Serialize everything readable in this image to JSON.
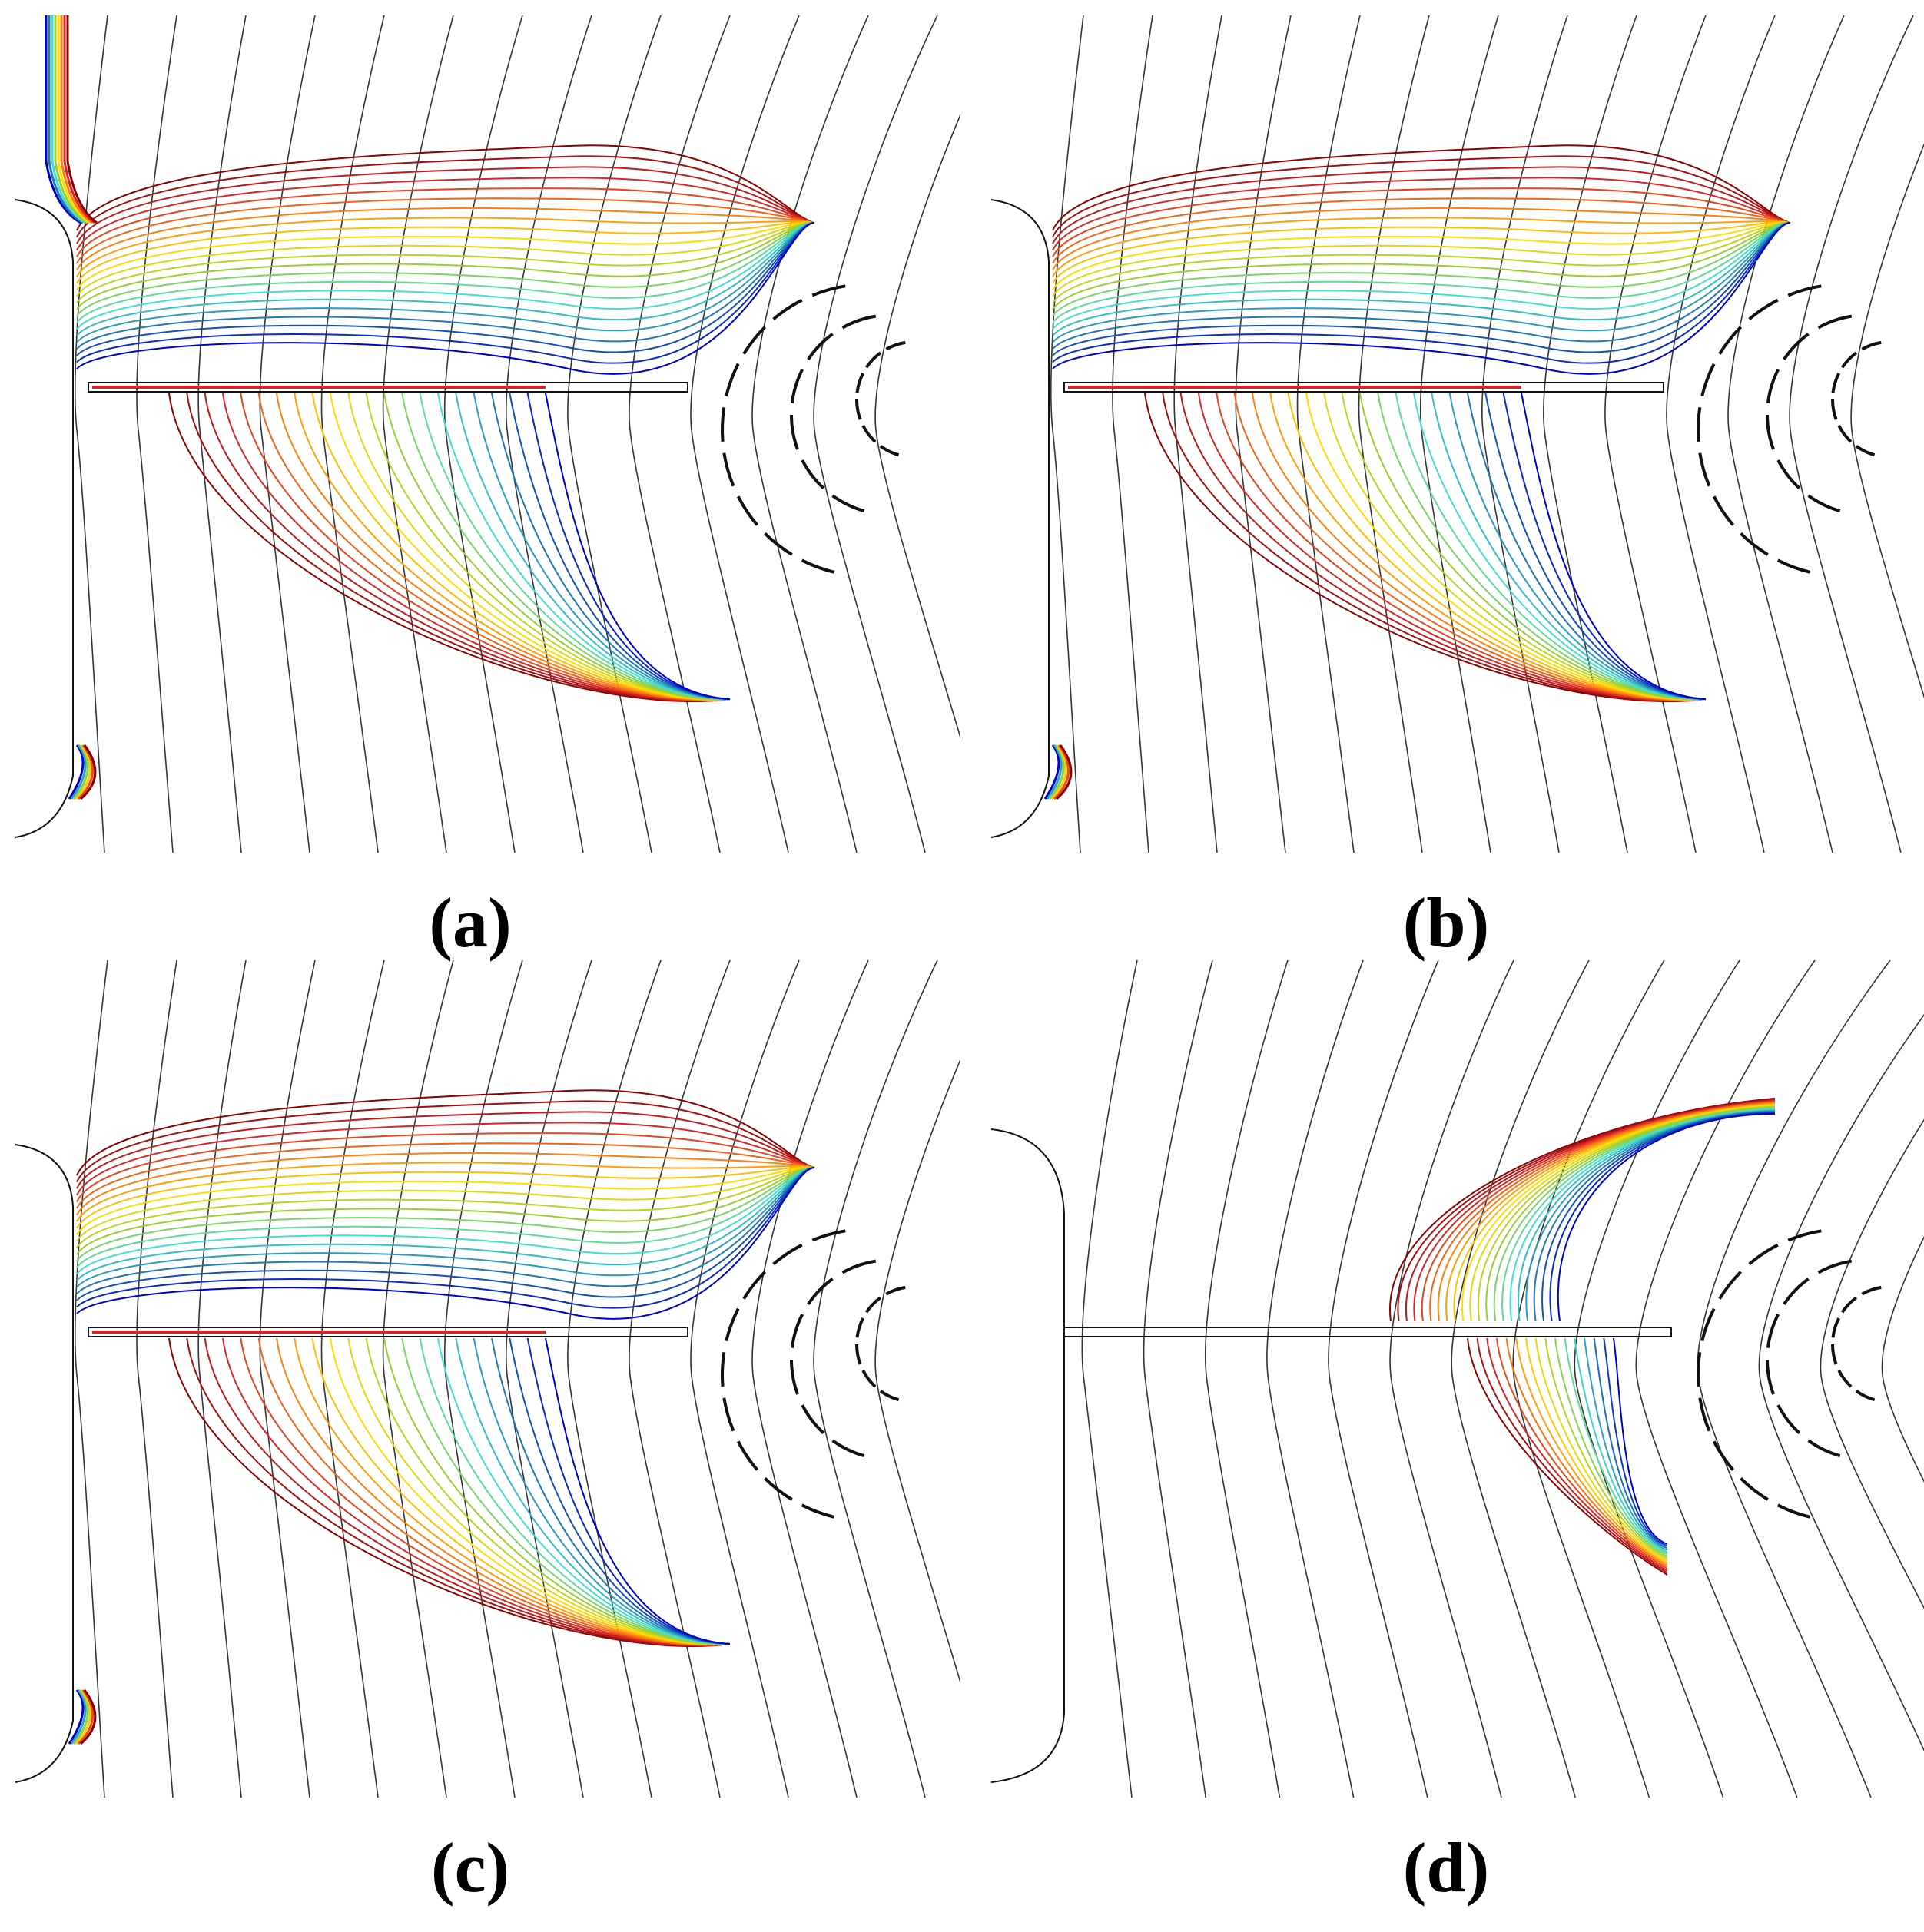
{
  "figure": {
    "panels": [
      {
        "id": "a",
        "label": "(a)",
        "variant": "full",
        "left_ridge": true
      },
      {
        "id": "b",
        "label": "(b)",
        "variant": "full",
        "left_ridge": false
      },
      {
        "id": "c",
        "label": "(c)",
        "variant": "full",
        "left_ridge": false
      },
      {
        "id": "d",
        "label": "(d)",
        "variant": "right",
        "left_ridge": false
      }
    ],
    "colors": {
      "background": "#ffffff",
      "field_lines": "#333333",
      "structure": "#111111",
      "contour_palette": [
        "#8b0000",
        "#d62728",
        "#ff7f0e",
        "#ffdd00",
        "#9acd32",
        "#40e0d0",
        "#1f77b4",
        "#0000cd"
      ]
    }
  }
}
